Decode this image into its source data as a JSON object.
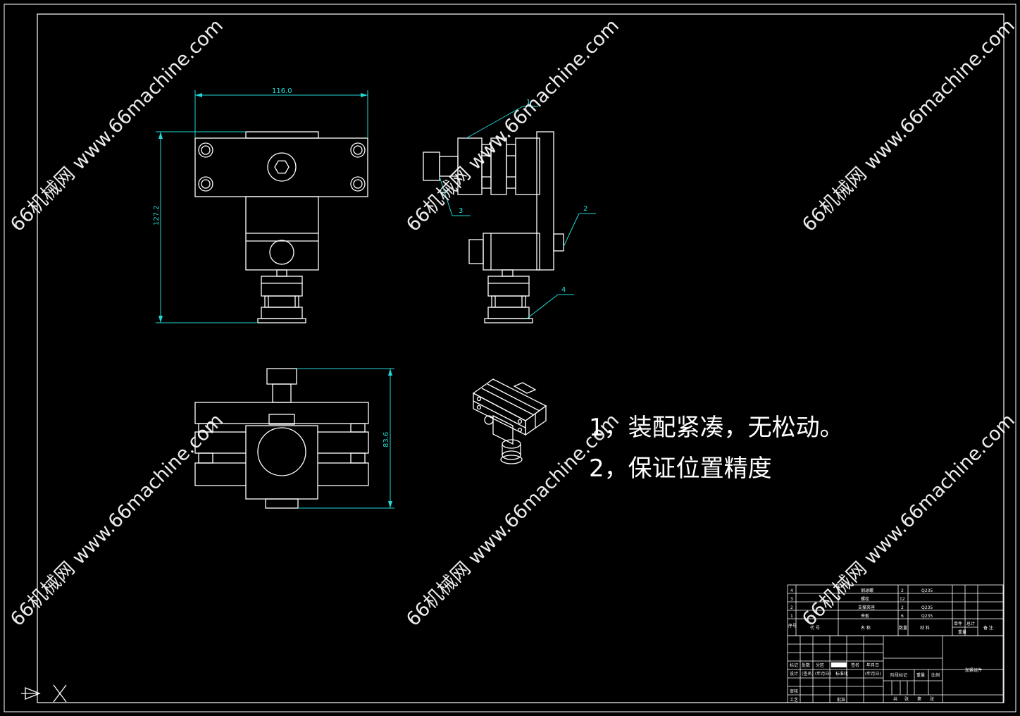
{
  "dimensions": {
    "width": "116.0",
    "height": "127.2",
    "depth": "83.6"
  },
  "balloons": [
    "1",
    "2",
    "3",
    "4"
  ],
  "notes": [
    "1，装配紧凑，无松动。",
    "2，保证位置精度"
  ],
  "watermark": "66机械网 www.66machine.com",
  "bom": {
    "rows": [
      {
        "no": "4",
        "name": "钢球螺",
        "qty": "2",
        "material": "Q235"
      },
      {
        "no": "3",
        "name": "螺栓",
        "qty": "12",
        "material": ""
      },
      {
        "no": "2",
        "name": "支撑夹座",
        "qty": "2",
        "material": "Q235"
      },
      {
        "no": "1",
        "name": "夹板",
        "qty": "6",
        "material": "Q235"
      }
    ],
    "headers": {
      "no": "序号",
      "code": "代 号",
      "name": "名 称",
      "qty": "数量",
      "material": "材 料",
      "unit_weight": "单件",
      "total_weight": "总计",
      "weight": "重量",
      "remark": "备 注"
    }
  },
  "title_block": {
    "drawing_name": "加紧组件",
    "labels": [
      "标记",
      "处数",
      "分区",
      "签名",
      "年月日",
      "设计",
      "(签名)",
      "(年月日)",
      "标准化",
      "审核",
      "工艺",
      "批准",
      "阶段标记",
      "重量",
      "比例",
      "共",
      "张",
      "第",
      "张"
    ]
  },
  "colors": {
    "background": "#000000",
    "lines": "#ffffff",
    "dimensions": "#22d8d8"
  }
}
